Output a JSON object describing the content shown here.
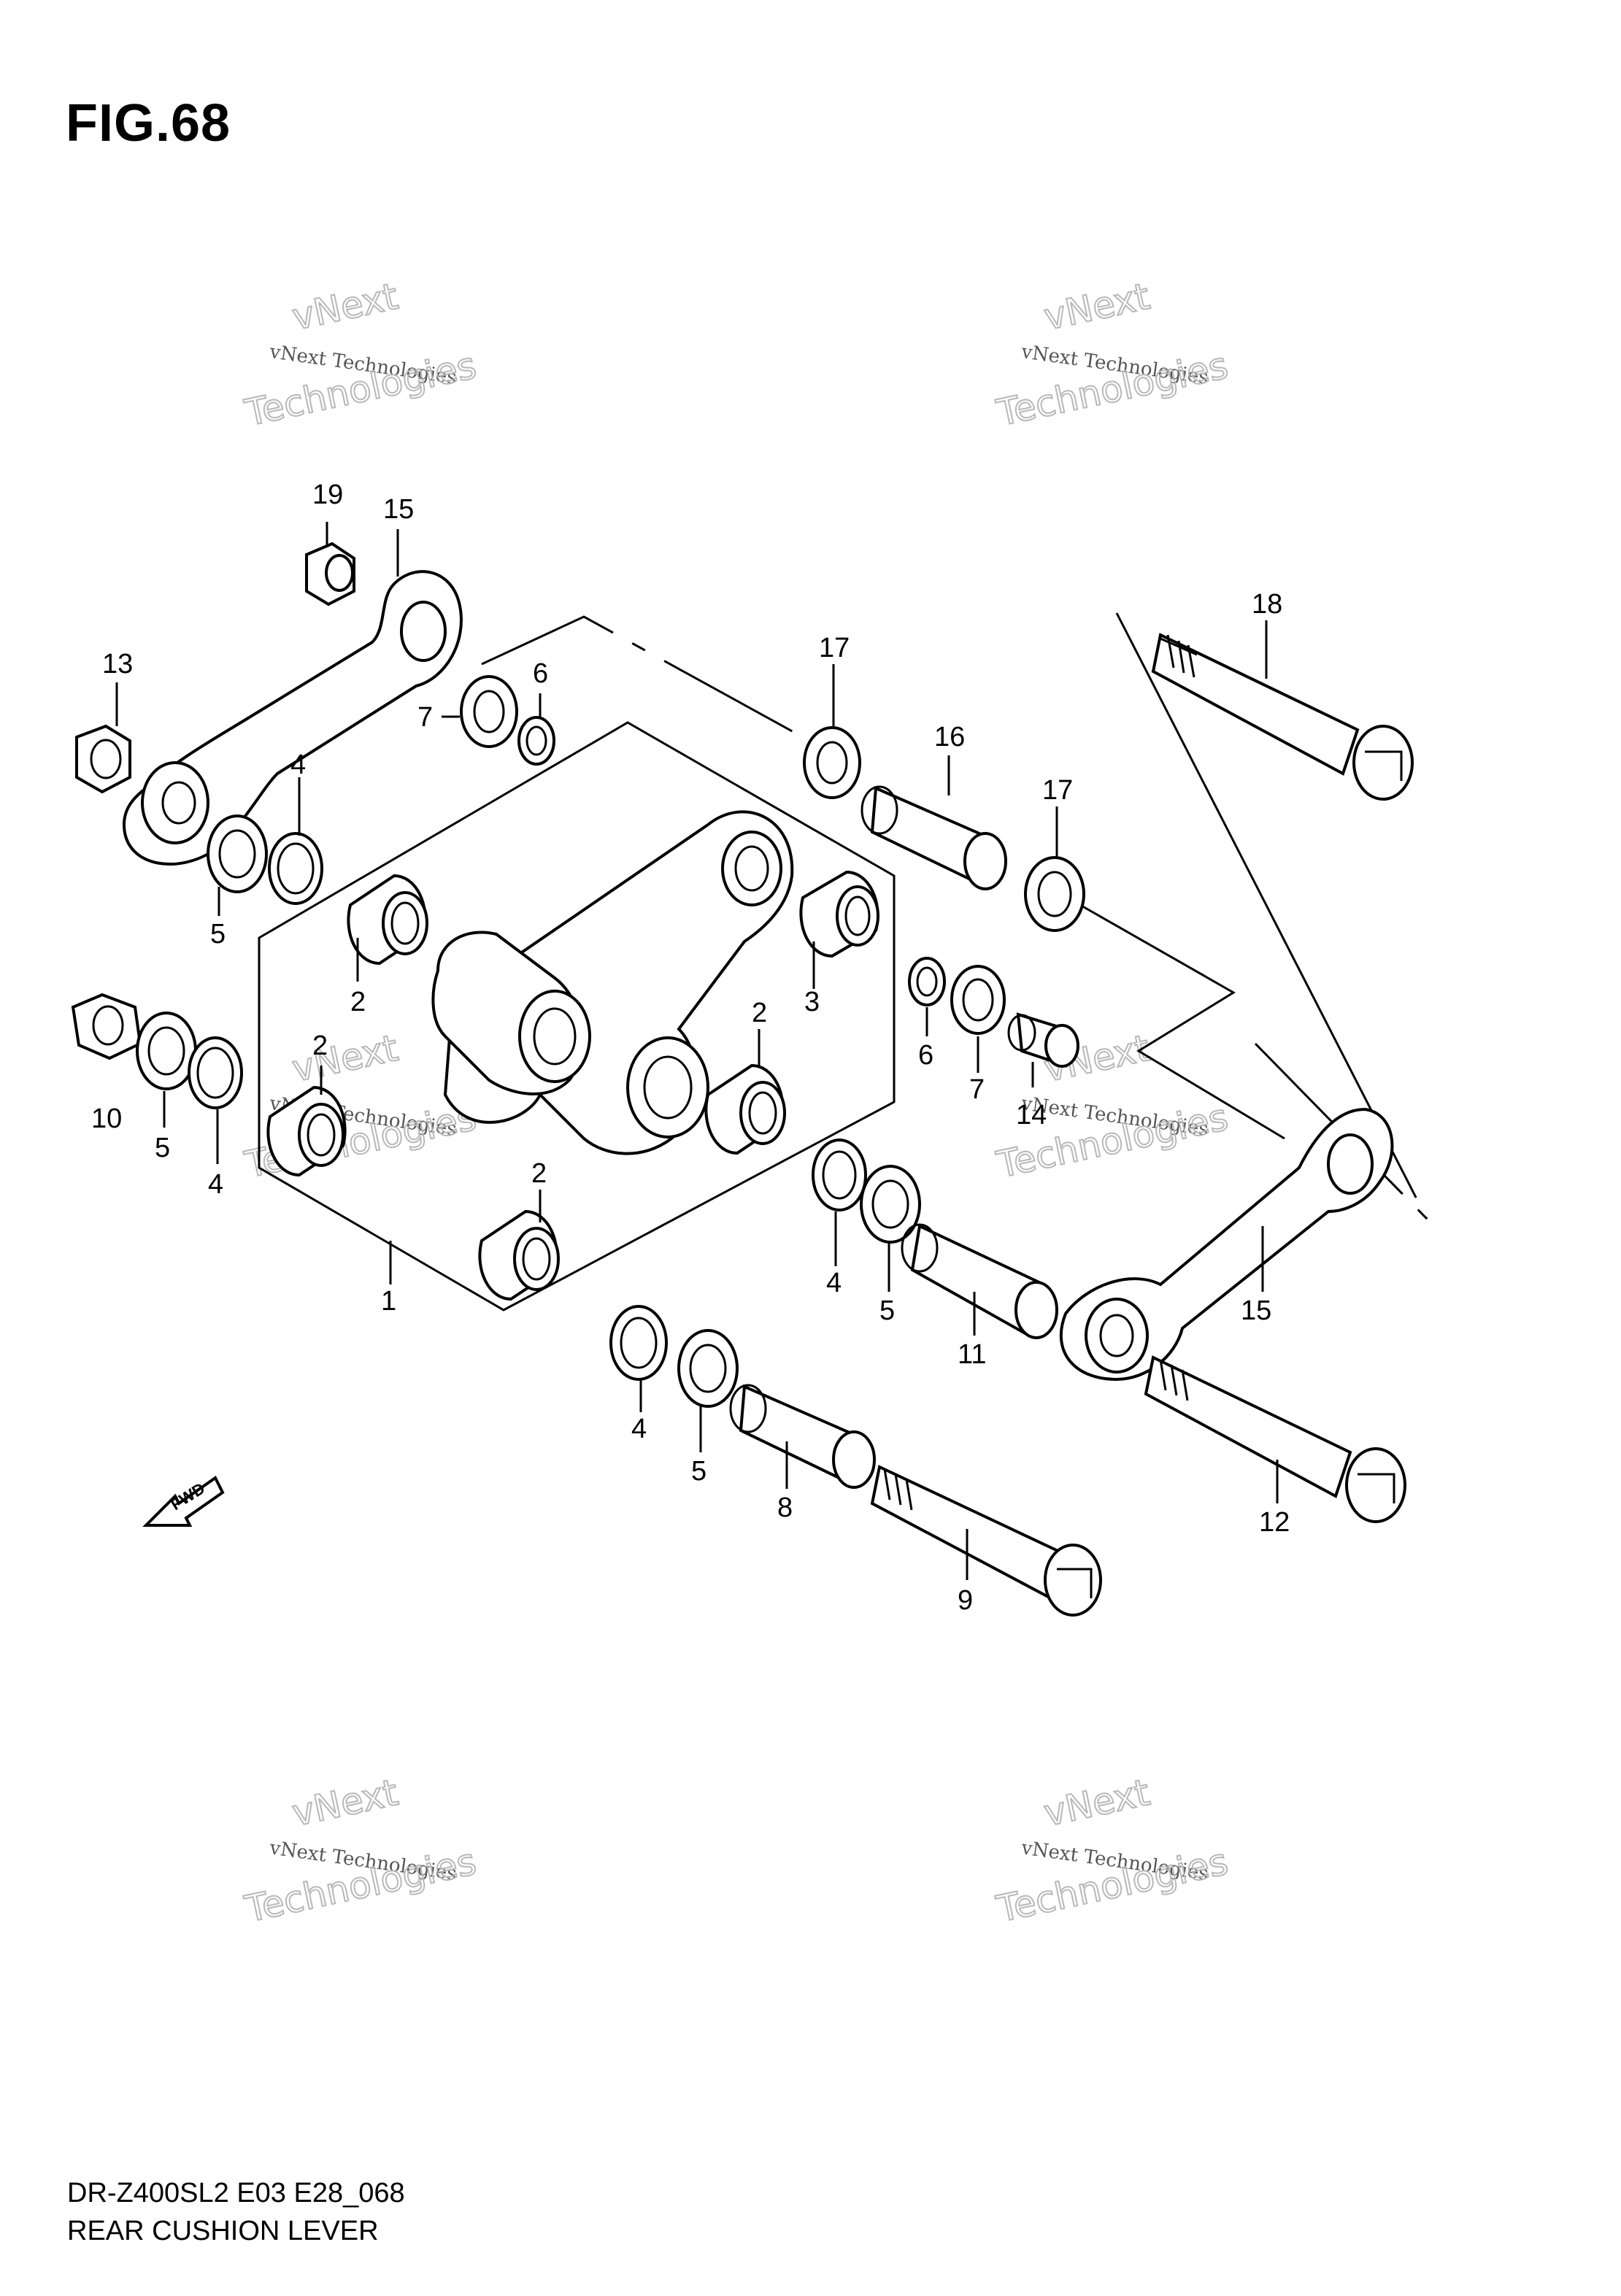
{
  "figure": {
    "title": "FIG.68",
    "model_code": "DR-Z400SL2 E03 E28_068",
    "name": "REAR CUSHION LEVER"
  },
  "fwd_label": "FWD",
  "watermark": {
    "small": "vNext Technologies",
    "top_word": "vNext",
    "bottom_word": "Technologies"
  },
  "callouts": {
    "c1": "1",
    "c2a": "2",
    "c2b": "2",
    "c2c": "2",
    "c2d": "2",
    "c3": "3",
    "c4a": "4",
    "c4b": "4",
    "c4c": "4",
    "c4d": "4",
    "c5a": "5",
    "c5b": "5",
    "c5c": "5",
    "c5d": "5",
    "c6a": "6",
    "c6b": "6",
    "c7a": "7",
    "c7b": "7",
    "c8": "8",
    "c9": "9",
    "c10": "10",
    "c11": "11",
    "c12": "12",
    "c13": "13",
    "c14": "14",
    "c15a": "15",
    "c15b": "15",
    "c16": "16",
    "c17a": "17",
    "c17b": "17",
    "c18": "18",
    "c19": "19"
  }
}
